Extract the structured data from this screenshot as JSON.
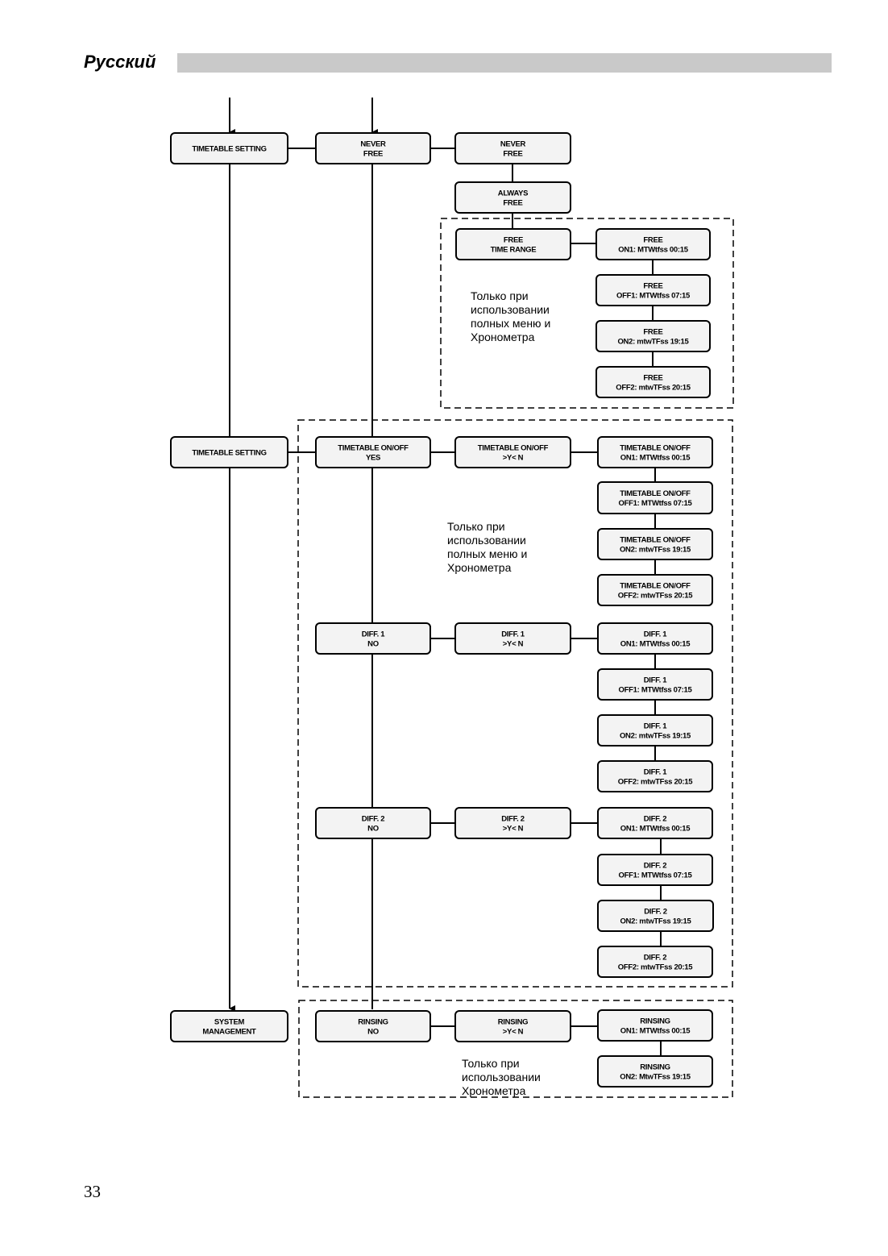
{
  "header": {
    "language": "Русский"
  },
  "page_number": "33",
  "boxes": {
    "timetable_setting_1": [
      "TIMETABLE SETTING"
    ],
    "never_free_1": [
      "NEVER",
      "FREE"
    ],
    "never_free_2": [
      "NEVER",
      "FREE"
    ],
    "always_free": [
      "ALWAYS",
      "FREE"
    ],
    "free_time_range": [
      "FREE",
      "TIME RANGE"
    ],
    "free_on1": [
      "FREE",
      "ON1: MTWtfss 00:15"
    ],
    "free_off1": [
      "FREE",
      "OFF1: MTWtfss 07:15"
    ],
    "free_on2": [
      "FREE",
      "ON2: mtwTFss 19:15"
    ],
    "free_off2": [
      "FREE",
      "OFF2: mtwTFss 20:15"
    ],
    "timetable_setting_2": [
      "TIMETABLE SETTING"
    ],
    "timetable_onoff_yes": [
      "TIMETABLE ON/OFF",
      "YES"
    ],
    "timetable_onoff_sel": [
      "TIMETABLE ON/OFF",
      ">Y<     N"
    ],
    "timetable_on1": [
      "TIMETABLE ON/OFF",
      "ON1: MTWtfss 00:15"
    ],
    "timetable_off1": [
      "TIMETABLE ON/OFF",
      "OFF1: MTWtfss 07:15"
    ],
    "timetable_on2": [
      "TIMETABLE ON/OFF",
      "ON2: mtwTFss 19:15"
    ],
    "timetable_off2": [
      "TIMETABLE ON/OFF",
      "OFF2: mtwTFss 20:15"
    ],
    "diff1_no": [
      "DIFF. 1",
      "NO"
    ],
    "diff1_sel": [
      "DIFF. 1",
      ">Y<     N"
    ],
    "diff1_on1": [
      "DIFF. 1",
      "ON1: MTWtfss 00:15"
    ],
    "diff1_off1": [
      "DIFF. 1",
      "OFF1: MTWtfss 07:15"
    ],
    "diff1_on2": [
      "DIFF. 1",
      "ON2: mtwTFss 19:15"
    ],
    "diff1_off2": [
      "DIFF. 1",
      "OFF2: mtwTFss 20:15"
    ],
    "diff2_no": [
      "DIFF.  2",
      "NO"
    ],
    "diff2_sel": [
      "DIFF. 2",
      ">Y<     N"
    ],
    "diff2_on1": [
      "DIFF.  2",
      "ON1: MTWtfss 00:15"
    ],
    "diff2_off1": [
      "DIFF.  2",
      "OFF1: MTWtfss 07:15"
    ],
    "diff2_on2": [
      "DIFF.  2",
      "ON2: mtwTFss 19:15"
    ],
    "diff2_off2": [
      "DIFF.  2",
      "OFF2: mtwTFss 20:15"
    ],
    "system_management": [
      "SYSTEM",
      "MANAGEMENT"
    ],
    "rinsing_no": [
      "RINSING",
      "NO"
    ],
    "rinsing_sel": [
      "RINSING",
      ">Y<     N"
    ],
    "rinsing_on1": [
      "RINSING",
      "ON1: MTWtfss 00:15"
    ],
    "rinsing_on2": [
      "RINSING",
      "ON2: MtwTFss 19:15"
    ]
  },
  "notes": {
    "note_free": [
      "Только при",
      "использовании",
      "полных меню и",
      "Хронометра"
    ],
    "note_timetable": [
      "Только при",
      "использовании",
      "полных меню и",
      "Хронометра"
    ],
    "note_rinsing": [
      "Только при",
      "использовании",
      "Хронометра"
    ]
  }
}
